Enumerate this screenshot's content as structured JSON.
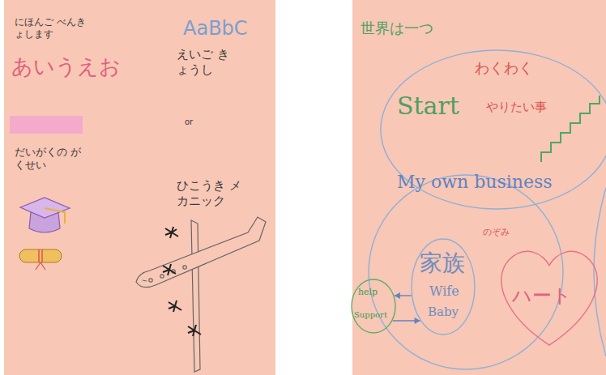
{
  "diagram": {
    "nodes": [
      {
        "text": [
          "わくわく",
          "Start",
          "やりたい事",
          "My own business"
        ]
      },
      {
        "text": [
          "家族",
          "Wife",
          "Baby"
        ]
      },
      {
        "text": [
          "ハート"
        ]
      },
      {
        "text": [
          "help",
          "Support"
        ]
      }
    ],
    "edges": [
      {
        "from": 1,
        "to": 3,
        "arrow": "to"
      },
      {
        "from": 3,
        "to": 1,
        "arrow": "to"
      }
    ],
    "labels": [
      "にほんご べんきょします",
      "あいうえお",
      "だいがくの がくせい",
      "AaBbC",
      "えいご きょうし",
      "or",
      "ひこうき メカニック",
      "世界は一つ",
      "のぞみ"
    ]
  }
}
